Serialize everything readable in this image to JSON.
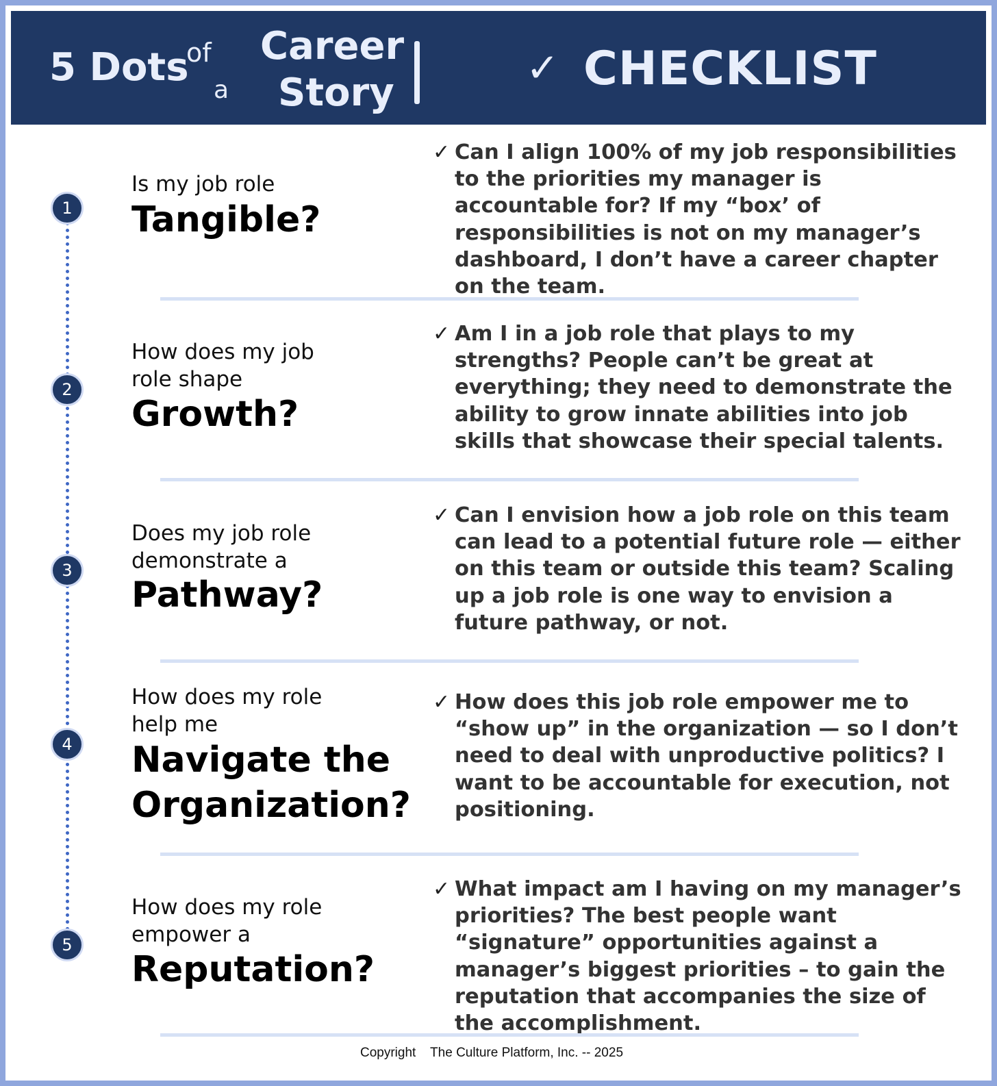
{
  "header": {
    "dots": "5 Dots",
    "of": "of",
    "a": "a",
    "career": "Career",
    "story": "Story",
    "check": "✓",
    "checklist": "CHECKLIST"
  },
  "items": [
    {
      "number": "1",
      "intro_lines": [
        "Is my job role"
      ],
      "big_lines": [
        "Tangible?"
      ],
      "tick": "✓",
      "answer": "Can I align 100% of my job responsibilities to the priorities my manager is accountable for? If my “box’ of responsibilities is not on my manager’s dashboard, I don’t have a career chapter on the team."
    },
    {
      "number": "2",
      "intro_lines": [
        "How does my job",
        "role shape"
      ],
      "big_lines": [
        "Growth?"
      ],
      "tick": "✓",
      "answer": "Am I in a job role that plays to my strengths? People can’t be great at everything; they need to demonstrate the ability to grow innate abilities into job skills that showcase their special talents."
    },
    {
      "number": "3",
      "intro_lines": [
        "Does my job role",
        "demonstrate a"
      ],
      "big_lines": [
        "Pathway?"
      ],
      "tick": "✓",
      "answer": "Can I envision how a job role on this team can lead to a potential future role — either on this team or outside this team? Scaling up a job role is one way to envision a future pathway, or not."
    },
    {
      "number": "4",
      "intro_lines": [
        "How does my role",
        "help me"
      ],
      "big_lines": [
        "Navigate the",
        "Organization?"
      ],
      "tick": "✓",
      "answer": "How does this job role empower me to “show up” in the organization — so I don’t need to deal with unproductive politics? I want to be accountable for execution, not positioning."
    },
    {
      "number": "5",
      "intro_lines": [
        "How does my role",
        "empower a"
      ],
      "big_lines": [
        "Reputation?"
      ],
      "tick": "✓",
      "answer": "What impact am I having on my manager’s priorities?  The best people want “signature” opportunities against a manager’s biggest priorities – to gain the reputation that accompanies the size of the accomplishment."
    }
  ],
  "footer": {
    "copyright": "Copyright    The Culture Platform, Inc. -- 2025"
  },
  "colors": {
    "header_bg": "#1f3864",
    "frame": "#8fa6dd",
    "separator": "#d6e1f5",
    "dot_fill": "#1f3864",
    "timeline": "#3f67c4"
  }
}
